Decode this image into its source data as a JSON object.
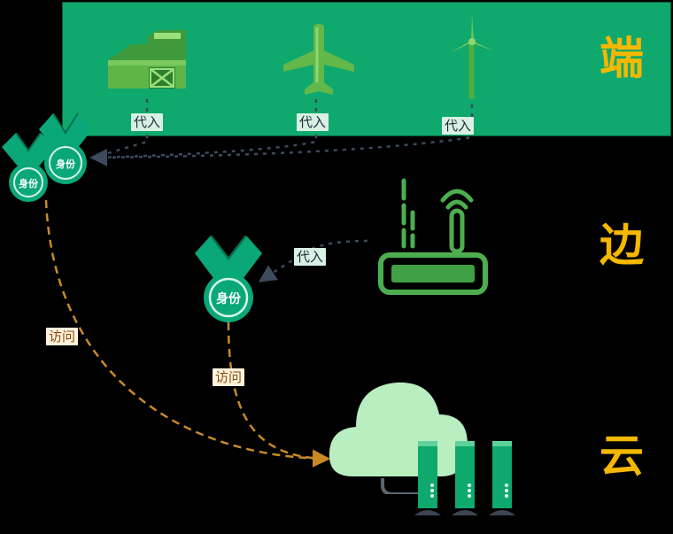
{
  "tiers": {
    "device": "端",
    "edge": "边",
    "cloud": "云"
  },
  "labels": {
    "proxy": "代入",
    "access": "访问",
    "identity": "身份"
  },
  "icons": [
    "barn-icon",
    "airplane-icon",
    "wind-turbine-icon",
    "identity-badge-icon",
    "router-icon",
    "cloud-icon",
    "server-icon"
  ],
  "colors": {
    "band": "#0fa86d",
    "icon_green": "#4cae4f",
    "badge": "#0aa879",
    "tier_text": "#f5b800",
    "access_line": "#c98a26",
    "proxy_line": "#3d4a5c",
    "cloud": "#b9eec0"
  }
}
